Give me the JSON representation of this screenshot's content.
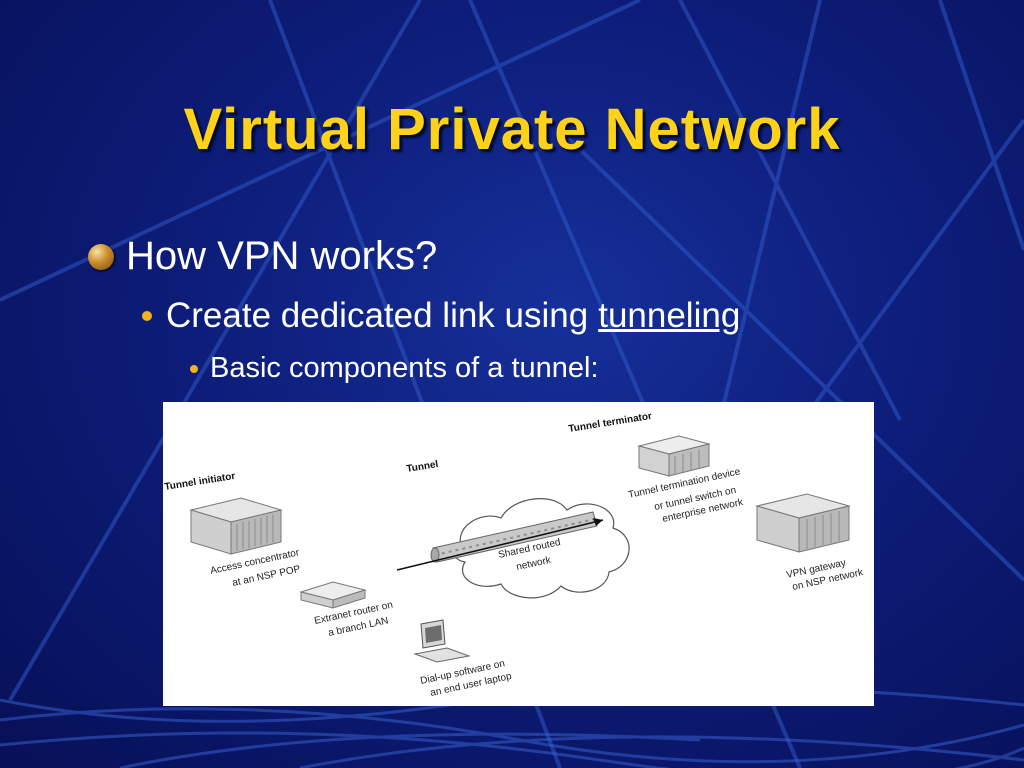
{
  "slide": {
    "title": "Virtual Private Network",
    "bullet1": "How VPN works?",
    "bullet2_text": "Create dedicated link using",
    "bullet2_link": "tunneling",
    "bullet3": "Basic components of a tunnel:"
  },
  "diagram": {
    "tunnel_initiator": "Tunnel initiator",
    "tunnel": "Tunnel",
    "tunnel_terminator": "Tunnel terminator",
    "access_concentrator_1": "Access concentrator",
    "access_concentrator_2": "at an NSP POP",
    "extranet_router_1": "Extranet router on",
    "extranet_router_2": "a branch LAN",
    "dialup_1": "Dial-up software on",
    "dialup_2": "an end user laptop",
    "shared_network_1": "Shared routed",
    "shared_network_2": "network",
    "termination_device_1": "Tunnel termination device",
    "termination_device_2": "or tunnel switch on",
    "termination_device_3": "enterprise network",
    "vpn_gateway_1": "VPN gateway",
    "vpn_gateway_2": "on NSP network"
  },
  "colors": {
    "title": "#ffd21a",
    "background": "#0d1d7a",
    "bullet_accent": "#f3b21a"
  }
}
